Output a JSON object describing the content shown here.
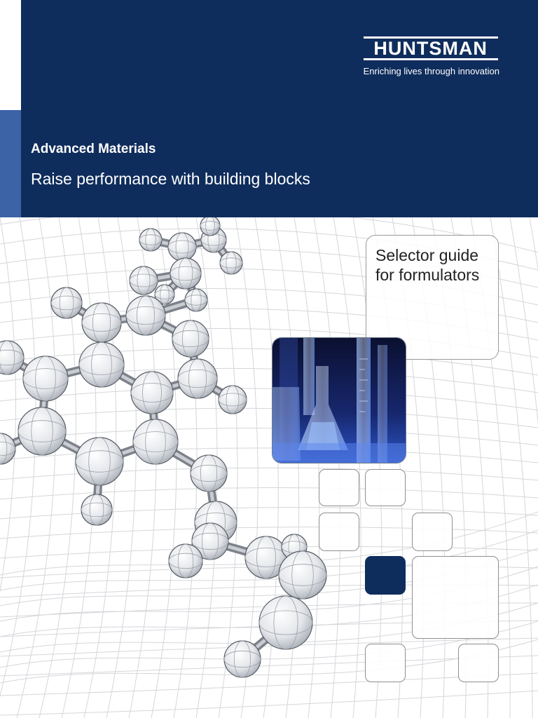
{
  "brand": {
    "name": "HUNTSMAN",
    "tagline": "Enriching lives through innovation"
  },
  "cover": {
    "kicker": "Advanced Materials",
    "headline": "Raise performance with building blocks",
    "guide_title_line1": "Selector guide",
    "guide_title_line2": "for formulators"
  },
  "colors": {
    "primary_navy": "#0f2d5c",
    "accent_blue": "#3b63a6"
  },
  "images": {
    "molecule": "3D ball-and-stick molecule model",
    "photo": "laboratory glassware lit in blue"
  }
}
